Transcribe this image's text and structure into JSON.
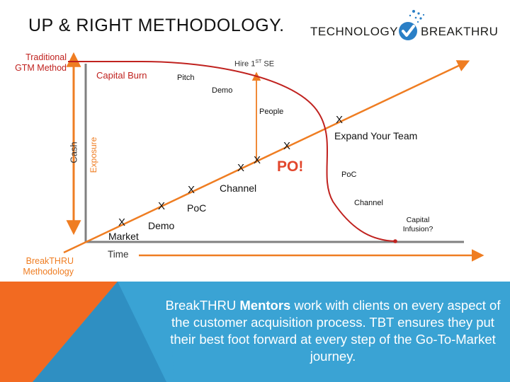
{
  "slide": {
    "title": "UP & RIGHT METHODOLOGY."
  },
  "logo": {
    "text_a": "TECHNOLOGY",
    "text_b": "BREAKTHRU",
    "icon": "checkmark-icon",
    "text_color": "#1d1d1b",
    "accent": "#2a7fc6"
  },
  "diagram": {
    "labels": {
      "traditional": "Traditional\nGTM Method",
      "capital_burn": "Capital Burn",
      "pitch_top": "Pitch",
      "demo_top": "Demo",
      "hire": "Hire 1",
      "hire_sup": "ST",
      "hire_tail": " SE",
      "people": "People",
      "expand": "Expand Your Team",
      "po": "PO!",
      "channel_big": "Channel",
      "poc_big": "PoC",
      "demo_big": "Demo",
      "market": "Market",
      "poc_small": "PoC",
      "channel_small": "Channel",
      "capital_infusion": "Capital\nInfusion?",
      "cash": "Cash",
      "exposure": "Exposure",
      "time": "Time",
      "breakthru": "BreakTHRU\nMethodology",
      "x_mark": "X"
    },
    "colors": {
      "orange": "#ef7d22",
      "red": "#c0221f",
      "gray": "#808080"
    }
  },
  "footer": {
    "text_pre": "BreakTHRU ",
    "text_bold": "Mentors",
    "text_post": " work with clients on every aspect of the customer acquisition process. TBT ensures they put their best foot forward at every step of the Go-To-Market journey.",
    "colors": {
      "orange": "#f26a21",
      "blue": "#3aa3d4",
      "text": "#ffffff"
    }
  }
}
